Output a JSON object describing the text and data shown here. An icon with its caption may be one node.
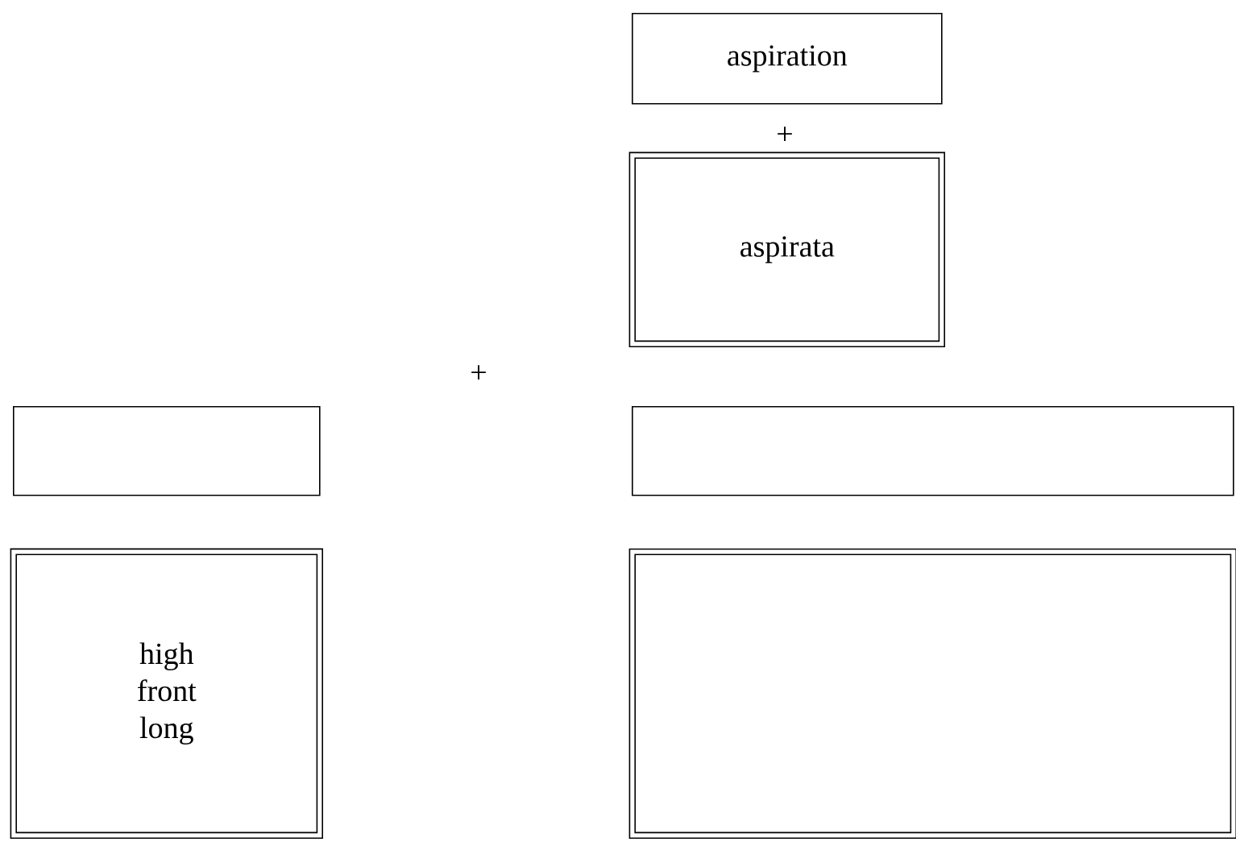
{
  "diagram": {
    "nodes": [
      {
        "text": [
          "aspiration"
        ]
      },
      {
        "text": [
          "aspirata"
        ]
      },
      {
        "text": [],
        "shape": "box"
      },
      {
        "text": [],
        "shape": "box"
      },
      {
        "text": [
          "high front long"
        ]
      },
      {
        "text": [],
        "shape": "box"
      }
    ],
    "labels": [
      "+",
      "+"
    ]
  }
}
